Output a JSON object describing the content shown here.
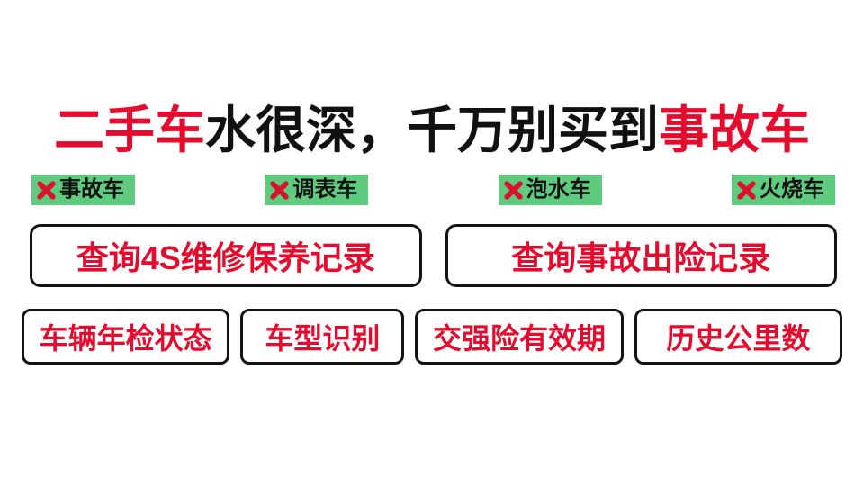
{
  "page": {
    "background": "#ffffff",
    "accent_red": "#e60b2c",
    "tag_green": "#5ecb7e",
    "border_black": "#131313"
  },
  "headline": {
    "part1_red": "二手车",
    "part2_black": "水很深，千万别买到",
    "part3_red": "事故车"
  },
  "tags": [
    {
      "icon": "x-mark-icon",
      "label": "事故车"
    },
    {
      "icon": "x-mark-icon",
      "label": "调表车"
    },
    {
      "icon": "x-mark-icon",
      "label": "泡水车"
    },
    {
      "icon": "x-mark-icon",
      "label": "火烧车"
    }
  ],
  "primary_buttons": [
    {
      "label": "查询4S维修保养记录"
    },
    {
      "label": "查询事故出险记录"
    }
  ],
  "secondary_buttons": [
    {
      "label": "车辆年检状态"
    },
    {
      "label": "车型识别"
    },
    {
      "label": "交强险有效期"
    },
    {
      "label": "历史公里数"
    }
  ]
}
